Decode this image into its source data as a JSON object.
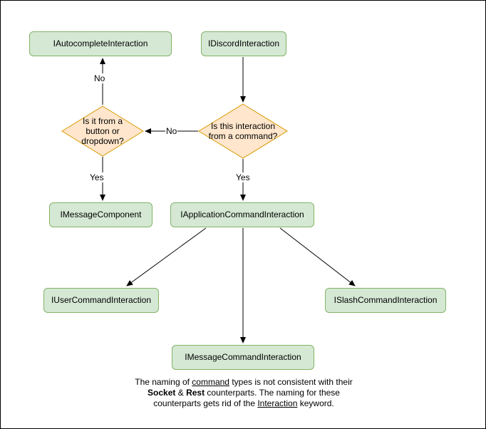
{
  "colors": {
    "node_fill": "#d5e8d4",
    "node_stroke": "#82b366",
    "decision_fill": "#ffe6cc",
    "decision_stroke": "#d79b00",
    "edge_color": "#000000",
    "background": "#ffffff"
  },
  "nodes": {
    "autocomplete": {
      "label": "IAutocompleteInteraction"
    },
    "discord": {
      "label": "IDiscordInteraction"
    },
    "button_dropdown_decision": {
      "label": "Is it from a button or dropdown?"
    },
    "command_decision": {
      "label": "Is this interaction from a command?"
    },
    "message_component": {
      "label": "IMessageComponent"
    },
    "application_command": {
      "label": "IApplicationCommandInteraction"
    },
    "user_command": {
      "label": "IUserCommandInteraction"
    },
    "message_command": {
      "label": "IMessageCommandInteraction"
    },
    "slash_command": {
      "label": "ISlashCommandInteraction"
    }
  },
  "edge_labels": {
    "autocomplete_no": "No",
    "button_dropdown_no": "No",
    "message_component_yes": "Yes",
    "application_command_yes": "Yes"
  },
  "caption": {
    "line1": {
      "a": "The naming of ",
      "b": "command",
      "c": " types is not consistent with their"
    },
    "line2": {
      "a": "Socket",
      "b": " & ",
      "c": "Rest",
      "d": " counterparts. The naming for these"
    },
    "line3": {
      "a": "counterparts gets rid of the ",
      "b": "Interaction",
      "c": " keyword."
    }
  }
}
